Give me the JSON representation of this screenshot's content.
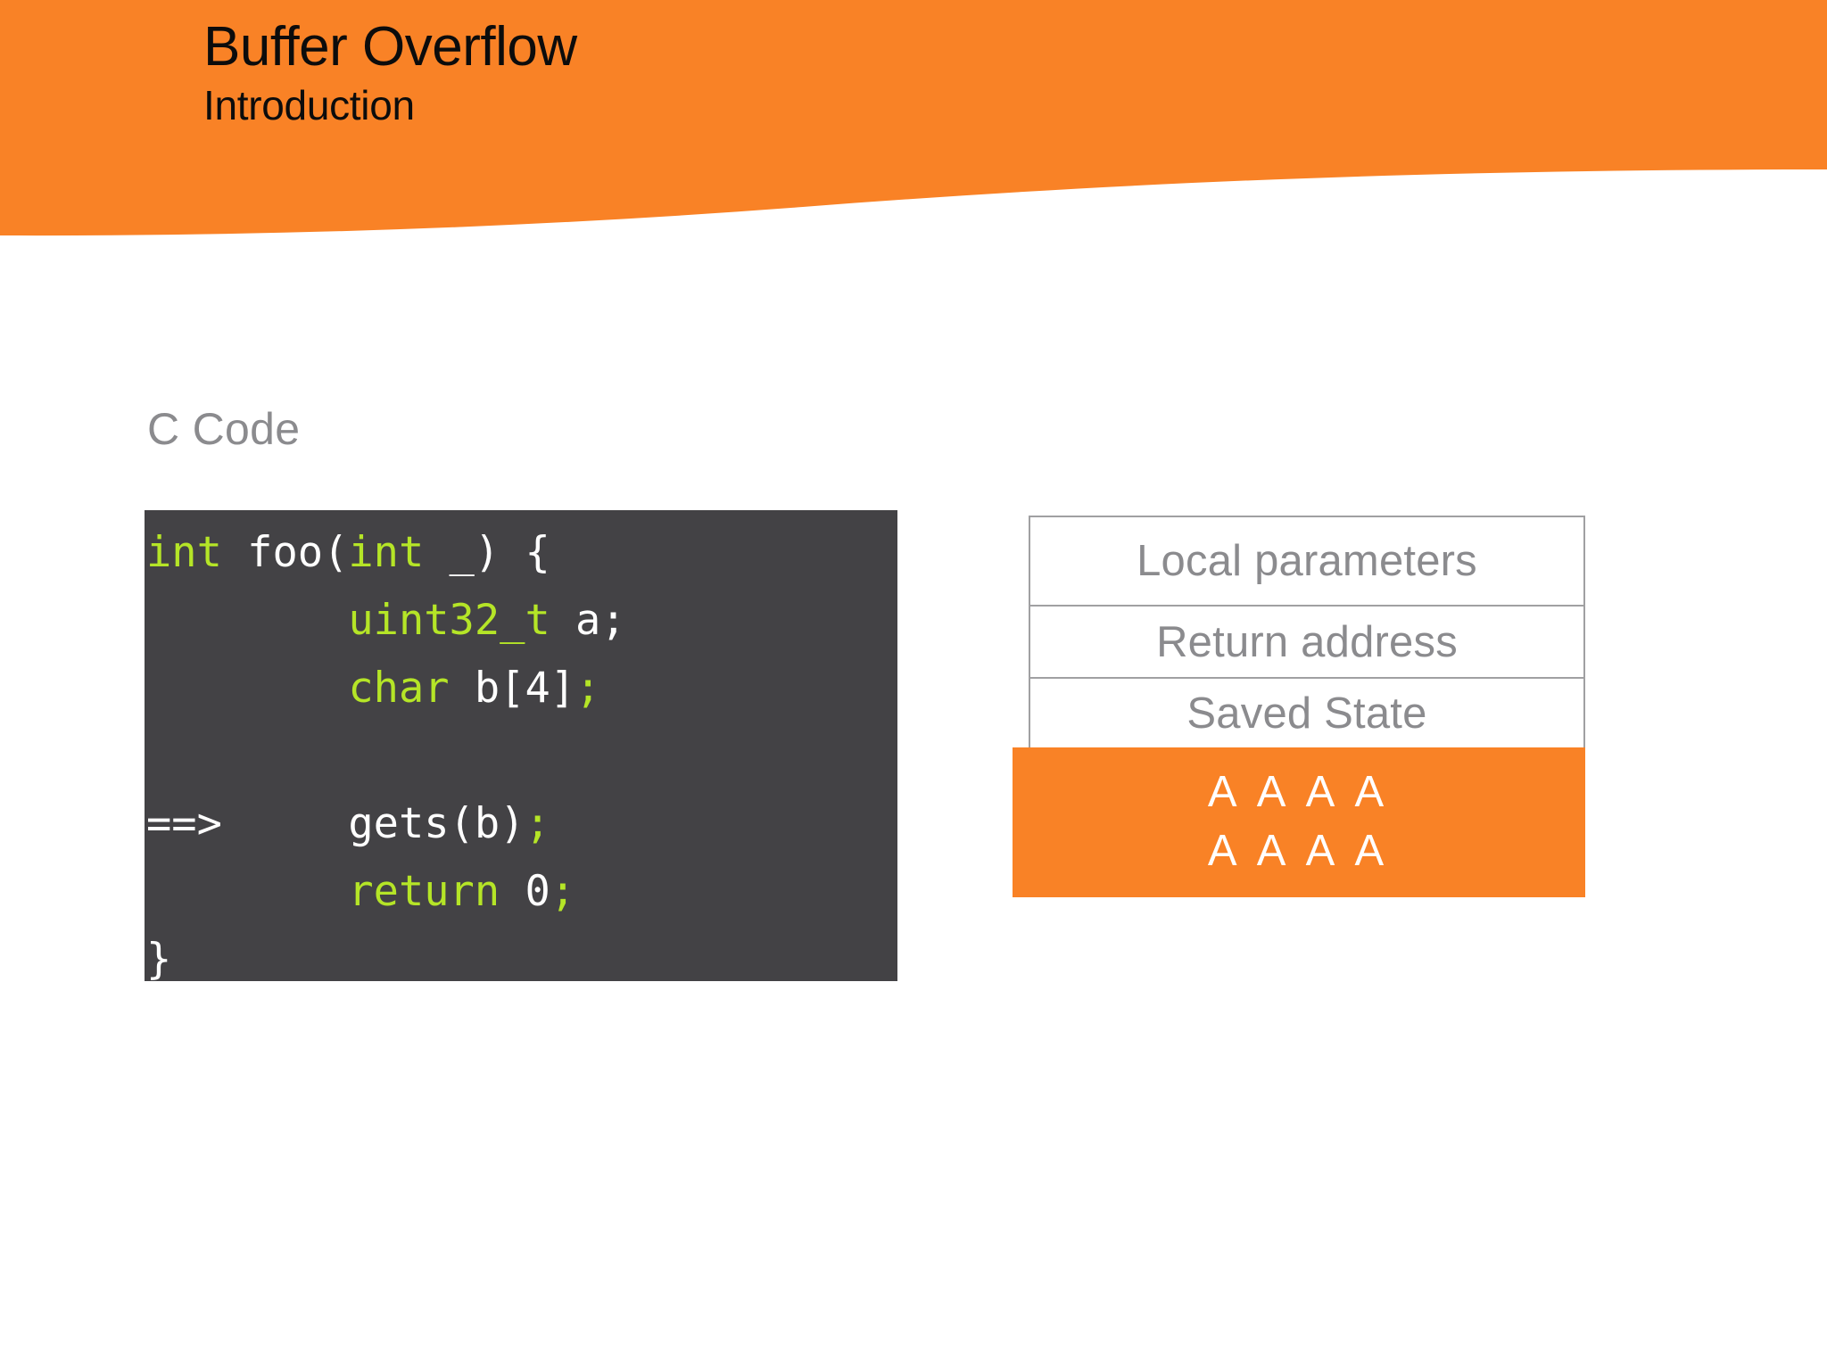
{
  "theme": {
    "accent_orange": "#F98226",
    "code_background": "#434245",
    "code_keyword_green": "#B5E527",
    "code_plain_white": "#FFFFFF",
    "muted_gray": "#8B8B8E",
    "border_gray": "#A0A0A2",
    "page_background": "#FFFFFF",
    "title_black": "#0C0C0C"
  },
  "header": {
    "title": "Buffer Overflow",
    "subtitle": "Introduction"
  },
  "main": {
    "code_panel": {
      "label": "C Code",
      "language": "C",
      "lines": [
        {
          "id": "line-1",
          "marker": "",
          "tokens": [
            {
              "t": "int",
              "c": "kw"
            },
            {
              "t": " foo(",
              "c": "pl"
            },
            {
              "t": "int",
              "c": "kw"
            },
            {
              "t": " _) {",
              "c": "pl"
            }
          ]
        },
        {
          "id": "line-2",
          "marker": "",
          "tokens": [
            {
              "t": "        ",
              "c": "pl"
            },
            {
              "t": "uint32_t",
              "c": "kw"
            },
            {
              "t": " a;",
              "c": "pl"
            }
          ]
        },
        {
          "id": "line-3",
          "marker": "",
          "tokens": [
            {
              "t": "        ",
              "c": "pl"
            },
            {
              "t": "char",
              "c": "kw"
            },
            {
              "t": " b[4]",
              "c": "pl"
            },
            {
              "t": ";",
              "c": "kw"
            }
          ]
        },
        {
          "id": "line-4",
          "marker": "",
          "tokens": [
            {
              "t": " ",
              "c": "pl"
            }
          ]
        },
        {
          "id": "line-5",
          "marker": "==>",
          "tokens": [
            {
              "t": "==>",
              "c": "pl"
            },
            {
              "t": "     gets(b)",
              "c": "pl"
            },
            {
              "t": ";",
              "c": "kw"
            }
          ]
        },
        {
          "id": "line-6",
          "marker": "",
          "tokens": [
            {
              "t": "        ",
              "c": "pl"
            },
            {
              "t": "return",
              "c": "kw"
            },
            {
              "t": " 0",
              "c": "pl"
            },
            {
              "t": ";",
              "c": "kw"
            }
          ]
        },
        {
          "id": "line-7",
          "marker": "",
          "tokens": [
            {
              "t": "}",
              "c": "pl"
            }
          ]
        }
      ],
      "plain_text": "int foo(int _) {\n        uint32_t a;\n        char b[4];\n\n==>     gets(b);\n        return 0;\n}"
    },
    "stack_diagram": {
      "rows": [
        {
          "id": "stack-row-local-parameters",
          "label": "Local parameters",
          "style": "framed"
        },
        {
          "id": "stack-row-return-address",
          "label": "Return address",
          "style": "framed"
        },
        {
          "id": "stack-row-saved-state",
          "label": "Saved State",
          "style": "framed"
        }
      ],
      "overflow_block": {
        "id": "stack-overflow-block",
        "fill": "#F98226",
        "lines": [
          {
            "id": "overflow-line-1",
            "label": "A A A A"
          },
          {
            "id": "overflow-line-2",
            "label": "A A A A"
          }
        ]
      }
    }
  }
}
